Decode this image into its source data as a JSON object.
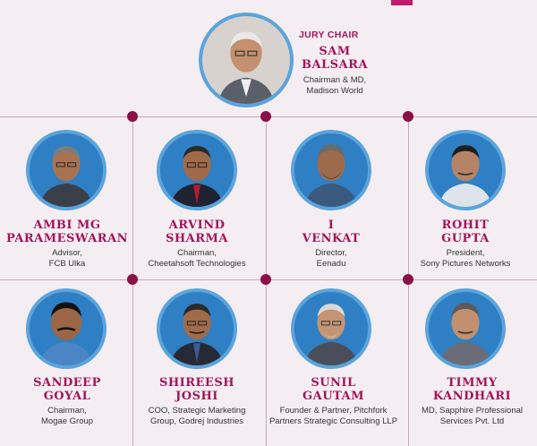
{
  "chair": {
    "label": "JURY CHAIR",
    "name_line1": "SAM",
    "name_line2": "BALSARA",
    "role_line1": "Chairman & MD,",
    "role_line2": "Madison World"
  },
  "members": [
    {
      "name_line1": "AMBI MG",
      "name_line2": "PARAMESWARAN",
      "role_line1": "Advisor,",
      "role_line2": "FCB Ulka"
    },
    {
      "name_line1": "ARVIND",
      "name_line2": "SHARMA",
      "role_line1": "Chairman,",
      "role_line2": "Cheetahsoft Technologies"
    },
    {
      "name_line1": "I",
      "name_line2": "VENKAT",
      "role_line1": "Director,",
      "role_line2": "Eenadu"
    },
    {
      "name_line1": "ROHIT",
      "name_line2": "GUPTA",
      "role_line1": "President,",
      "role_line2": "Sony Pictures Networks"
    },
    {
      "name_line1": "SANDEEP",
      "name_line2": "GOYAL",
      "role_line1": "Chairman,",
      "role_line2": "Mogae Group"
    },
    {
      "name_line1": "SHIREESH",
      "name_line2": "JOSHI",
      "role_line1": "COO, Strategic Marketing",
      "role_line2": "Group, Godrej Industries"
    },
    {
      "name_line1": "SUNIL",
      "name_line2": "GAUTAM",
      "role_line1": "Founder & Partner, Pitchfork",
      "role_line2": "Partners Strategic Consulting LLP"
    },
    {
      "name_line1": "TIMMY",
      "name_line2": "KANDHARI",
      "role_line1": "MD, Sapphire Professional",
      "role_line2": "Services Pvt. Ltd"
    }
  ],
  "colors": {
    "accent": "#a3155a",
    "dot": "#8a1049",
    "photo_ring": "#5ba4dc",
    "photo_bg": "#2e7fc4"
  },
  "icons": [
    "portrait-photo"
  ]
}
